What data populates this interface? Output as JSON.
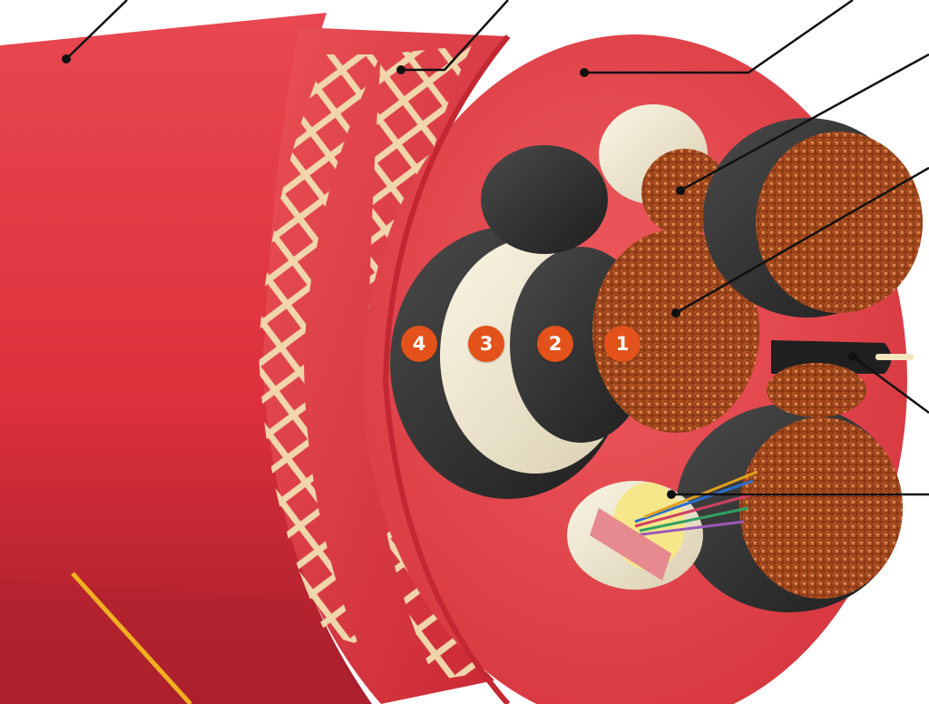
{
  "layer_badges": [
    {
      "number": "1"
    },
    {
      "number": "2"
    },
    {
      "number": "3"
    },
    {
      "number": "4"
    }
  ],
  "colors": {
    "outer_jacket": "#e03540",
    "inner_sheath": "#e8424a",
    "braid": "#f1dcae",
    "insulation_dark": "#2f2f2f",
    "insulation_cream": "#efe6cf",
    "copper": "#b8501e",
    "badge": "#e2521a",
    "leader_line": "#111111",
    "highlight_line": "#f0b020"
  },
  "components": [
    "outer-jacket",
    "braid-reinforcement",
    "inner-sheath",
    "power-conductor",
    "earth-conductor",
    "pilot-core",
    "fibre-optic-element"
  ]
}
